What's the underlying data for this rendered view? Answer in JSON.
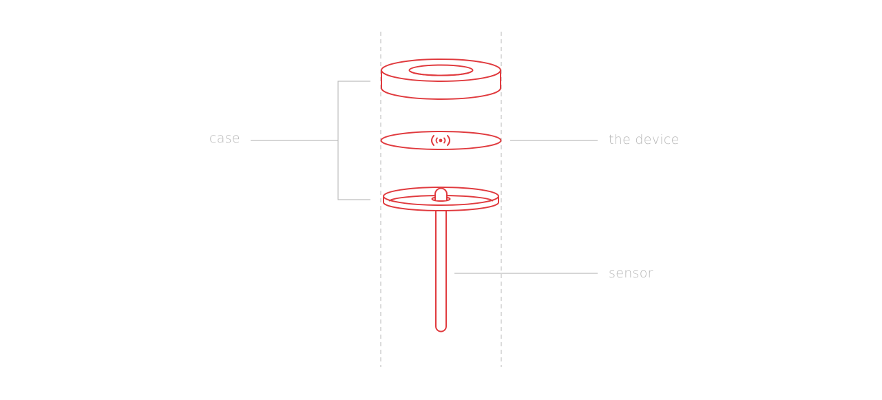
{
  "colors": {
    "accent": "#e03a3e",
    "guide": "#cfcfcf",
    "leader": "#bdbdbd",
    "label": "#b8b8b8"
  },
  "labels": {
    "case": "case",
    "device": "the device",
    "sensor": "sensor"
  },
  "icons": {
    "device_signal": "wireless-signal-icon"
  }
}
